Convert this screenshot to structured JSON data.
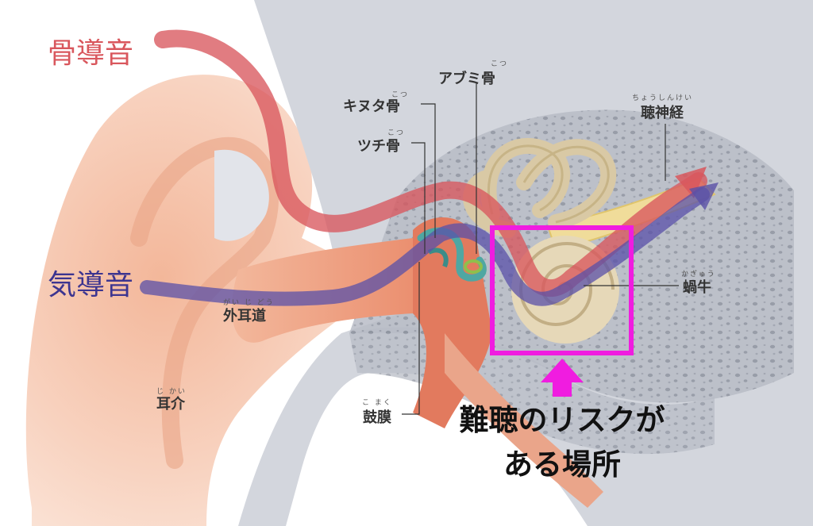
{
  "labels": {
    "bone_conduction": "骨導音",
    "air_conduction": "気導音",
    "stapes": "アブミ骨",
    "stapes_ruby": "こつ",
    "incus": "キヌタ骨",
    "incus_ruby": "こつ",
    "malleus": "ツチ骨",
    "malleus_ruby": "こつ",
    "auditory_nerve": "聴神経",
    "auditory_nerve_ruby": "ちょうしんけい",
    "cochlea": "蝸牛",
    "cochlea_ruby": "かぎゅう",
    "ear_canal": "外耳道",
    "ear_canal_ruby": "がい じ どう",
    "auricle": "耳介",
    "auricle_ruby": "じ かい",
    "eardrum": "鼓膜",
    "eardrum_ruby": "こ まく"
  },
  "callout": {
    "line1": "難聴のリスクが",
    "line2": "ある場所"
  },
  "colors": {
    "bone_path": "#d9575d",
    "air_path": "#5a50a8",
    "highlight": "#f01ce0",
    "skin": "#f6cdb6",
    "bone": "#c9ccd4",
    "ossicle": "#5bb5b0"
  }
}
